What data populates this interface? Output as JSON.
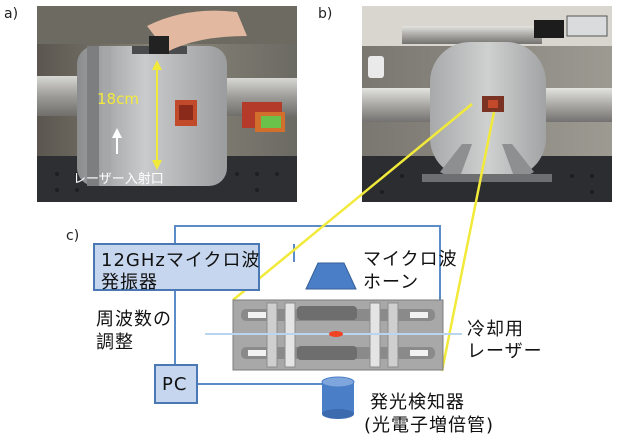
{
  "labels": {
    "a": "a)",
    "b": "b)",
    "c": "c)"
  },
  "photo_a": {
    "dimension": "18cm",
    "laser_port": "レーザー入射口"
  },
  "diagram": {
    "oscillator": [
      "12GHzマイクロ波",
      "発振器"
    ],
    "horn": [
      "マイクロ波",
      "ホーン"
    ],
    "freq_adjust": [
      "周波数の",
      "調整"
    ],
    "pc": "PC",
    "cooling_laser": [
      "冷却用",
      "レーザー"
    ],
    "detector": [
      "発光検知器",
      "(光電子増倍管)"
    ]
  },
  "colors": {
    "box_fill": "#c5d6ee",
    "box_border": "#4a78b5",
    "wire": "#5b8cc7",
    "highlight": "#f2ea3a",
    "dimension_arrow": "#f2ea3a",
    "ion": "#ee4422"
  }
}
